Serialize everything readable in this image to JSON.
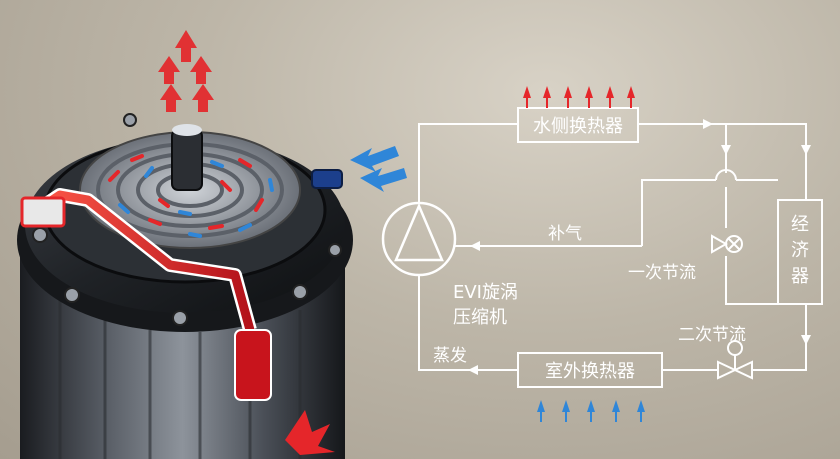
{
  "labels": {
    "water_hx": "水侧换热器",
    "outdoor_hx": "室外换热器",
    "economizer": [
      "经",
      "济",
      "器"
    ],
    "injection": "补气",
    "throttle1": "一次节流",
    "throttle2": "二次节流",
    "compressor_line1": "EVI旋涡",
    "compressor_line2": "压缩机",
    "evaporate": "蒸发"
  },
  "colors": {
    "hot": "#e5262a",
    "cold": "#2f86d8",
    "line": "#ffffff"
  },
  "icons": {
    "compressor": "compressor-symbol-icon",
    "valve1": "expansion-valve-icon",
    "valve2": "expansion-valve-icon",
    "hot_arrows": "arrow-up-icon",
    "cold_arrows": "arrow-up-icon"
  }
}
